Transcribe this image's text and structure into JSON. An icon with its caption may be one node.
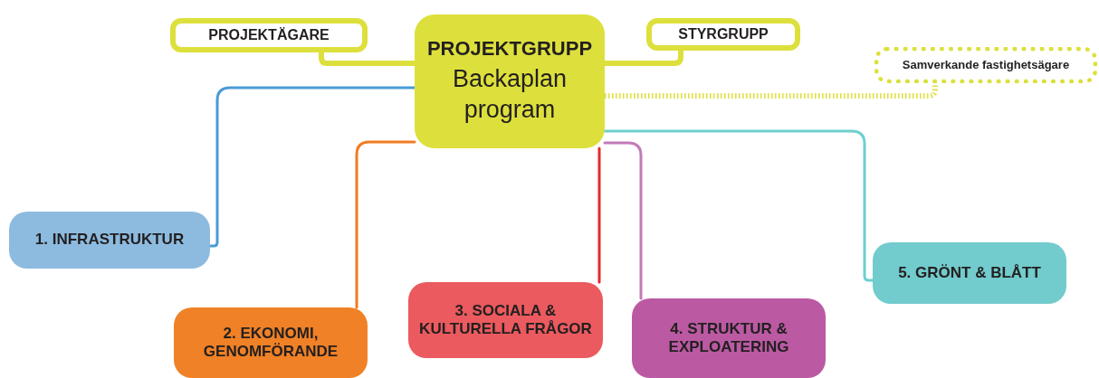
{
  "diagram": {
    "nodes": [
      {
        "text": [
          "PROJEKTGRUPP",
          "Backaplan program"
        ]
      },
      {
        "text": [
          "PROJEKTÄGARE"
        ]
      },
      {
        "text": [
          "STYRGRUPP"
        ]
      },
      {
        "text": [
          "Samverkande fastighetsägare"
        ]
      },
      {
        "text": [
          "1. INFRASTRUKTUR"
        ]
      },
      {
        "text": [
          "2. EKONOMI, GENOMFÖRANDE"
        ]
      },
      {
        "text": [
          "3. SOCIALA & KULTURELLA FRÅGOR"
        ]
      },
      {
        "text": [
          "4. STRUKTUR & EXPLOATERING"
        ]
      },
      {
        "text": [
          "5. GRÖNT & BLÅTT"
        ]
      }
    ],
    "edges": [
      {
        "from": 0,
        "to": 1,
        "arrow": "none",
        "style": "thick",
        "color": "#dde03c"
      },
      {
        "from": 0,
        "to": 2,
        "arrow": "none",
        "style": "thick",
        "color": "#dde03c"
      },
      {
        "from": 0,
        "to": 3,
        "arrow": "none",
        "style": "dashed",
        "color": "#dde03c"
      },
      {
        "from": 0,
        "to": 4,
        "arrow": "none",
        "color": "#4a9bd6"
      },
      {
        "from": 0,
        "to": 5,
        "arrow": "none",
        "color": "#f07d22"
      },
      {
        "from": 0,
        "to": 6,
        "arrow": "none",
        "color": "#e32a2a"
      },
      {
        "from": 0,
        "to": 7,
        "arrow": "none",
        "color": "#c27ab8"
      },
      {
        "from": 0,
        "to": 8,
        "arrow": "none",
        "color": "#6ecfcf"
      }
    ]
  }
}
